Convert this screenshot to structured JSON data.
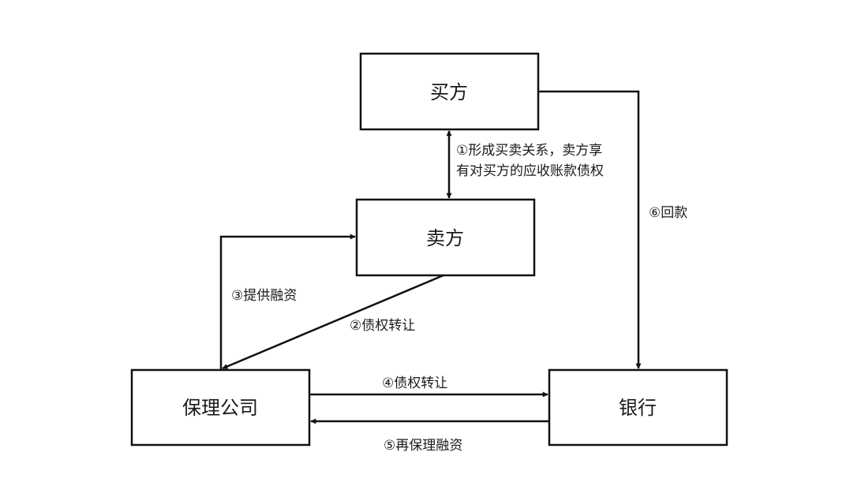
{
  "nodes": {
    "buyer": "买方",
    "seller": "卖方",
    "factor": "保理公司",
    "bank": "银行"
  },
  "edges": {
    "step1_line1": "①形成买卖关系，卖方享",
    "step1_line2": "有对买方的应收账款债权",
    "step2": "②债权转让",
    "step3": "③提供融资",
    "step4": "④债权转让",
    "step5": "⑤再保理融资",
    "step6": "⑥回款"
  },
  "colors": {
    "line": "#111111",
    "text": "#1a1a1a",
    "background": "#ffffff"
  }
}
